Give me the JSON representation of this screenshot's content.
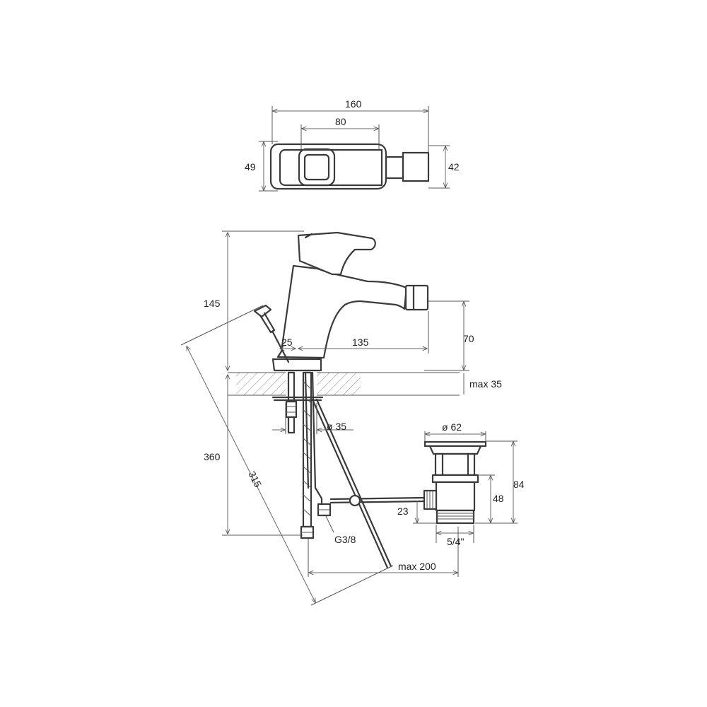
{
  "dimensions": {
    "top_width": "160",
    "top_inner": "80",
    "top_depth_left": "49",
    "top_depth_right": "42",
    "height_total": "145",
    "spout_height": "70",
    "deck_offset": "25",
    "spout_reach": "135",
    "deck_thickness": "max 35",
    "hole_diameter": "ø 35",
    "waste_diameter": "ø 62",
    "waste_height": "84",
    "waste_body": "48",
    "waste_side": "23",
    "waste_thread": "5/4\"",
    "hose_length": "360",
    "rod_length": "315",
    "hose_thread": "G3/8",
    "rod_reach": "max 200"
  }
}
